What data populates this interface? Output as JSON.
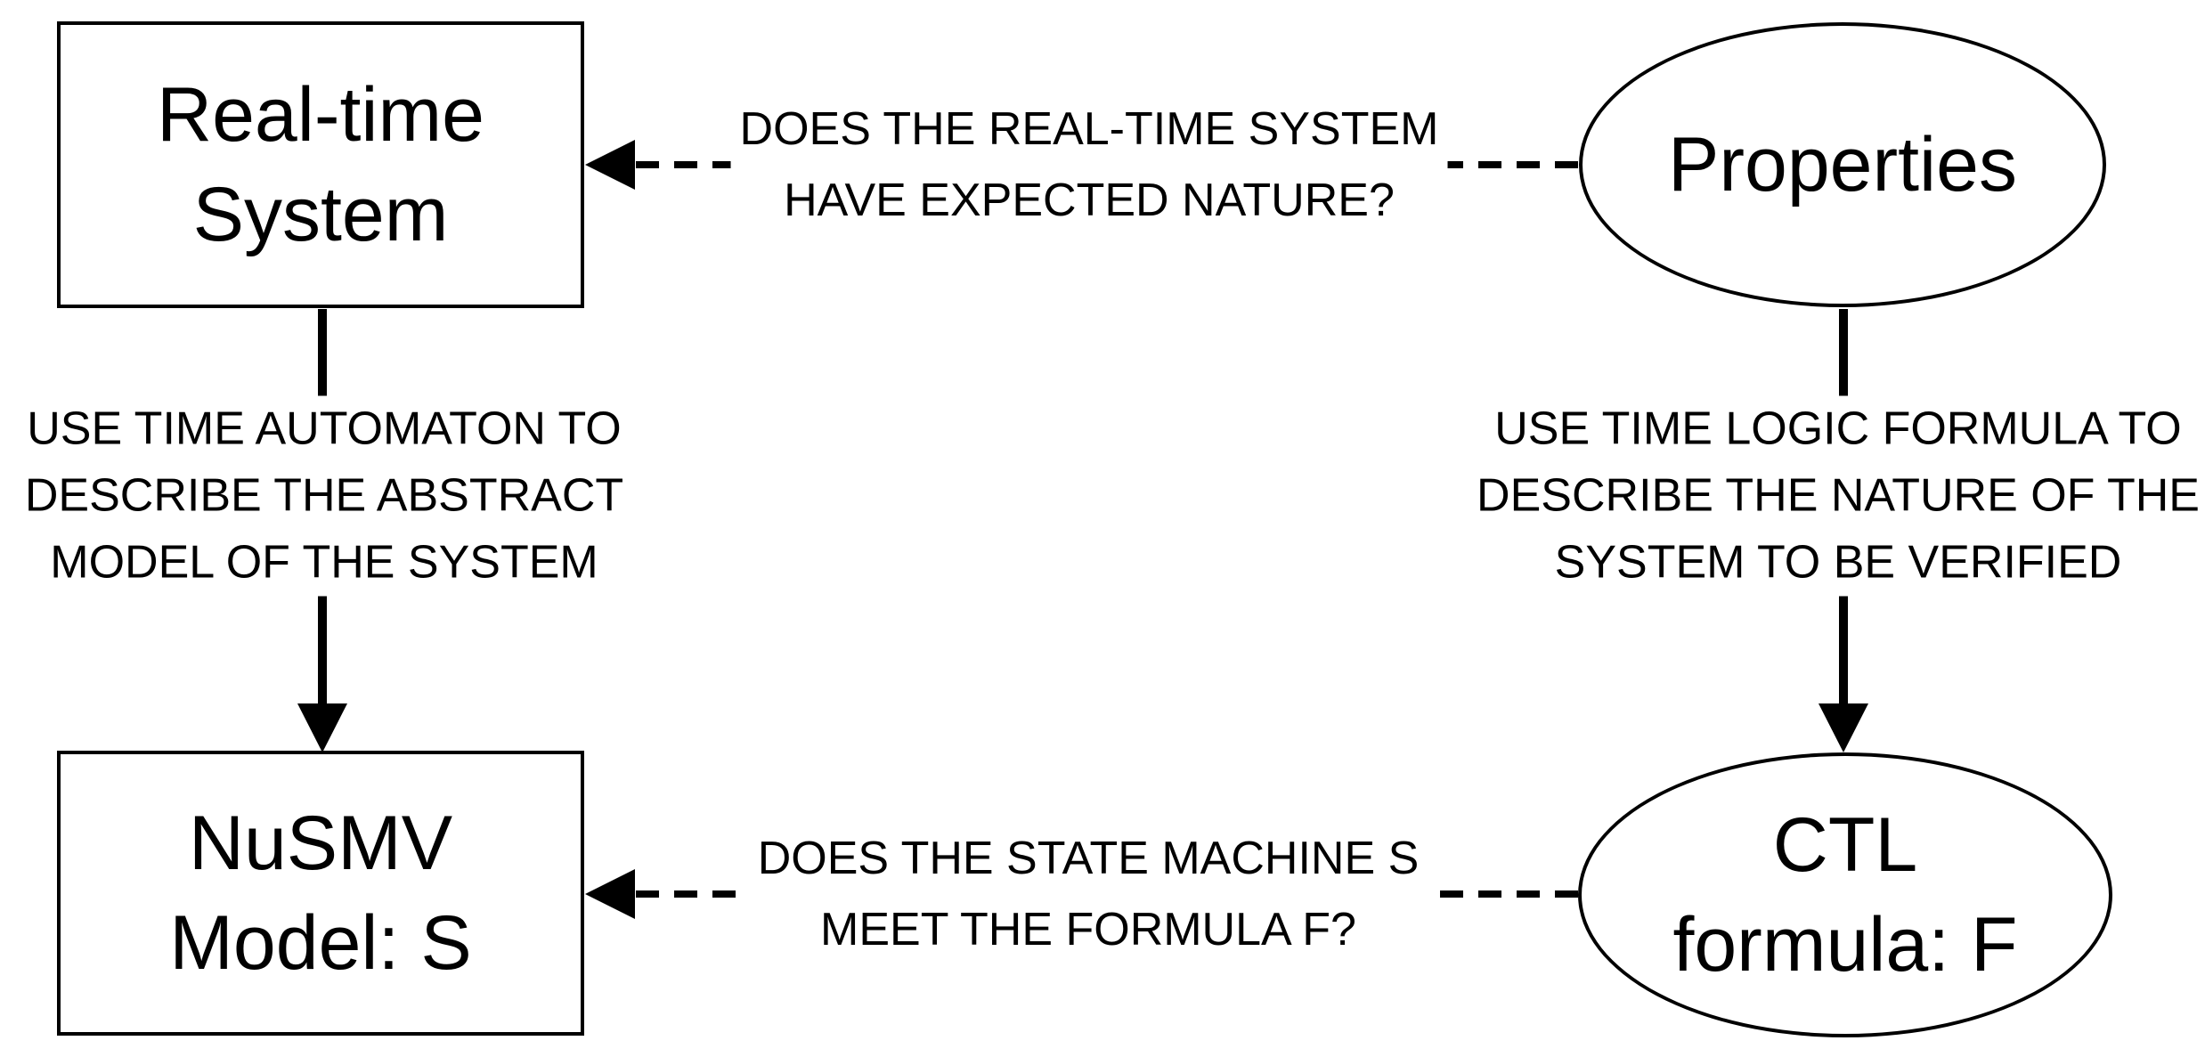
{
  "diagram": {
    "colors": {
      "stroke": "#000000",
      "background": "#ffffff"
    },
    "nodes": {
      "realtime_system": {
        "shape": "rectangle",
        "line1": "Real-time",
        "line2": "System"
      },
      "properties": {
        "shape": "ellipse",
        "label": "Properties"
      },
      "nusmv_model": {
        "shape": "rectangle",
        "line1": "NuSMV",
        "line2": "Model: S"
      },
      "ctl_formula": {
        "shape": "ellipse",
        "line1": "CTL",
        "line2": "formula: F"
      }
    },
    "edges": {
      "top_question": {
        "style": "dashed-arrow",
        "from": "properties",
        "to": "realtime_system",
        "line1": "DOES THE REAL-TIME SYSTEM",
        "line2": "HAVE EXPECTED NATURE?"
      },
      "left_process": {
        "style": "solid-arrow",
        "from": "realtime_system",
        "to": "nusmv_model",
        "line1": "USE TIME AUTOMATON TO",
        "line2": "DESCRIBE THE ABSTRACT",
        "line3": "MODEL OF THE SYSTEM"
      },
      "right_process": {
        "style": "solid-arrow",
        "from": "properties",
        "to": "ctl_formula",
        "line1": "USE TIME LOGIC FORMULA TO",
        "line2": "DESCRIBE THE NATURE OF THE",
        "line3": "SYSTEM TO BE VERIFIED"
      },
      "bottom_question": {
        "style": "dashed-arrow",
        "from": "ctl_formula",
        "to": "nusmv_model",
        "line1": "DOES THE STATE MACHINE S",
        "line2": "MEET THE FORMULA F?"
      }
    }
  }
}
